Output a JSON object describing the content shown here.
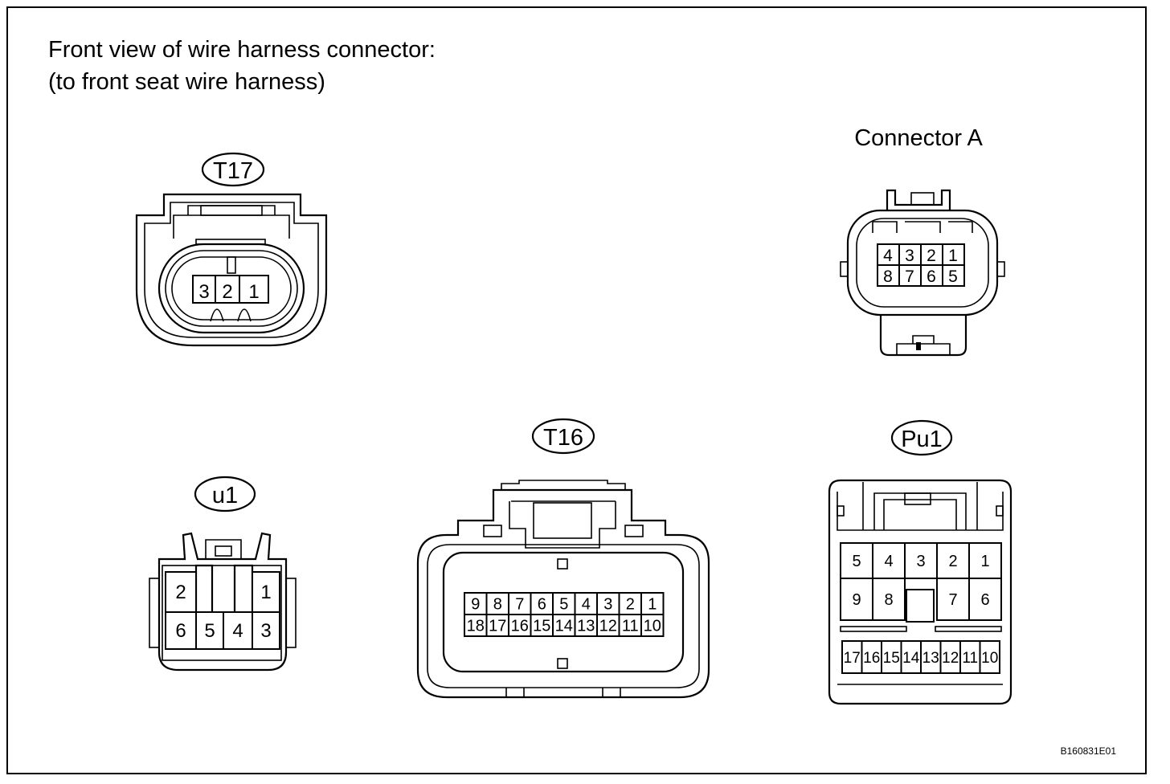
{
  "title": {
    "line1": "Front view of wire harness connector:",
    "line2": "(to front seat wire harness)"
  },
  "figure_code": "B160831E01",
  "connectors": {
    "t17": {
      "label": "T17",
      "pins": [
        "3",
        "2",
        "1"
      ]
    },
    "connector_a": {
      "label": "Connector A",
      "pins_top": [
        "4",
        "3",
        "2",
        "1"
      ],
      "pins_bottom": [
        "8",
        "7",
        "6",
        "5"
      ]
    },
    "u1": {
      "label": "u1",
      "pins_top": [
        "2",
        "1"
      ],
      "pins_bottom": [
        "6",
        "5",
        "4",
        "3"
      ]
    },
    "t16": {
      "label": "T16",
      "pins_top": [
        "9",
        "8",
        "7",
        "6",
        "5",
        "4",
        "3",
        "2",
        "1"
      ],
      "pins_bottom": [
        "18",
        "17",
        "16",
        "15",
        "14",
        "13",
        "12",
        "11",
        "10"
      ]
    },
    "pu1": {
      "label": "Pu1",
      "pins_row1": [
        "5",
        "4",
        "3",
        "2",
        "1"
      ],
      "pins_row2_left": [
        "9",
        "8"
      ],
      "pins_row2_right": [
        "7",
        "6"
      ],
      "pins_row3": [
        "17",
        "16",
        "15",
        "14",
        "13",
        "12",
        "11",
        "10"
      ]
    }
  }
}
